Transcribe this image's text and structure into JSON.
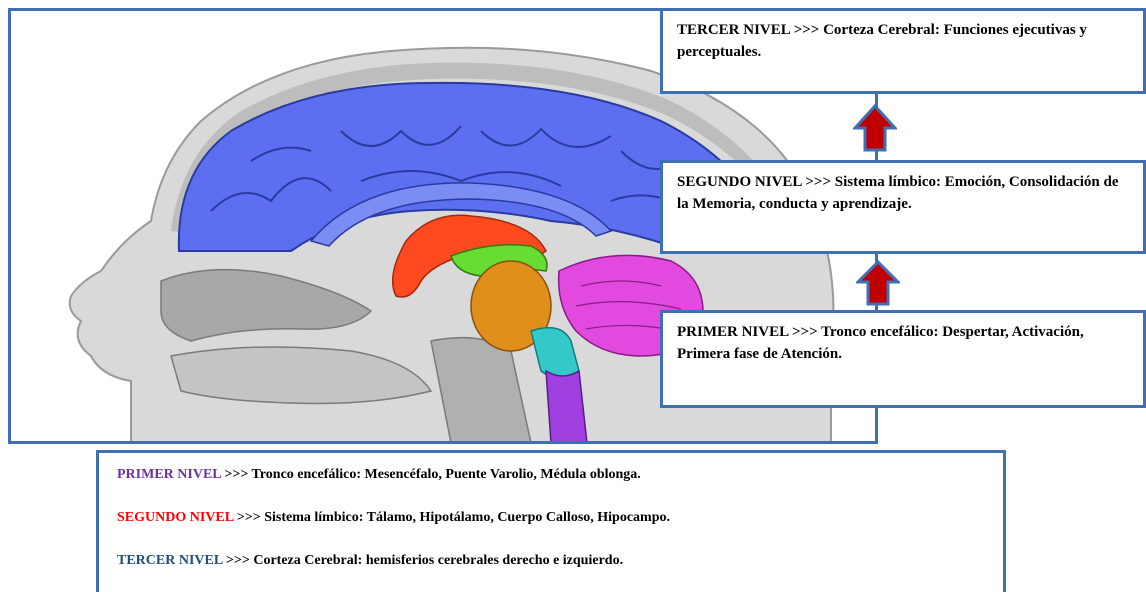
{
  "levels": {
    "tercer": "TERCER NIVEL >>> Corteza Cerebral: Funciones ejecutivas y perceptuales.",
    "segundo": "SEGUNDO NIVEL >>> Sistema límbico: Emoción, Consolidación de la Memoria, conducta y aprendizaje.",
    "primer": "PRIMER NIVEL >>> Tronco encefálico: Despertar, Activación, Primera fase de Atención."
  },
  "legend": [
    {
      "name": "PRIMER NIVEL",
      "text": " >>> Tronco encefálico: Mesencéfalo, Puente Varolio, Médula oblonga.",
      "color": "#7030a0"
    },
    {
      "name": "SEGUNDO NIVEL",
      "text": " >>> Sistema límbico: Tálamo, Hipotálamo, Cuerpo Calloso, Hipocampo.",
      "color": "#ff0000"
    },
    {
      "name": "TERCER NIVEL",
      "text": " >>> Corteza Cerebral: hemisferios cerebrales derecho e izquierdo.",
      "color": "#1f4e79"
    }
  ],
  "colors": {
    "border": "#3f6fb5",
    "cortex": "#5b6ff0",
    "limbic": "#ff4a1f",
    "thalamus": "#66dd33",
    "pons": "#e0901a",
    "medulla": "#33c9c9",
    "spinal": "#a040e0",
    "cerebellum": "#e24adf",
    "arrow": "#c00000"
  }
}
